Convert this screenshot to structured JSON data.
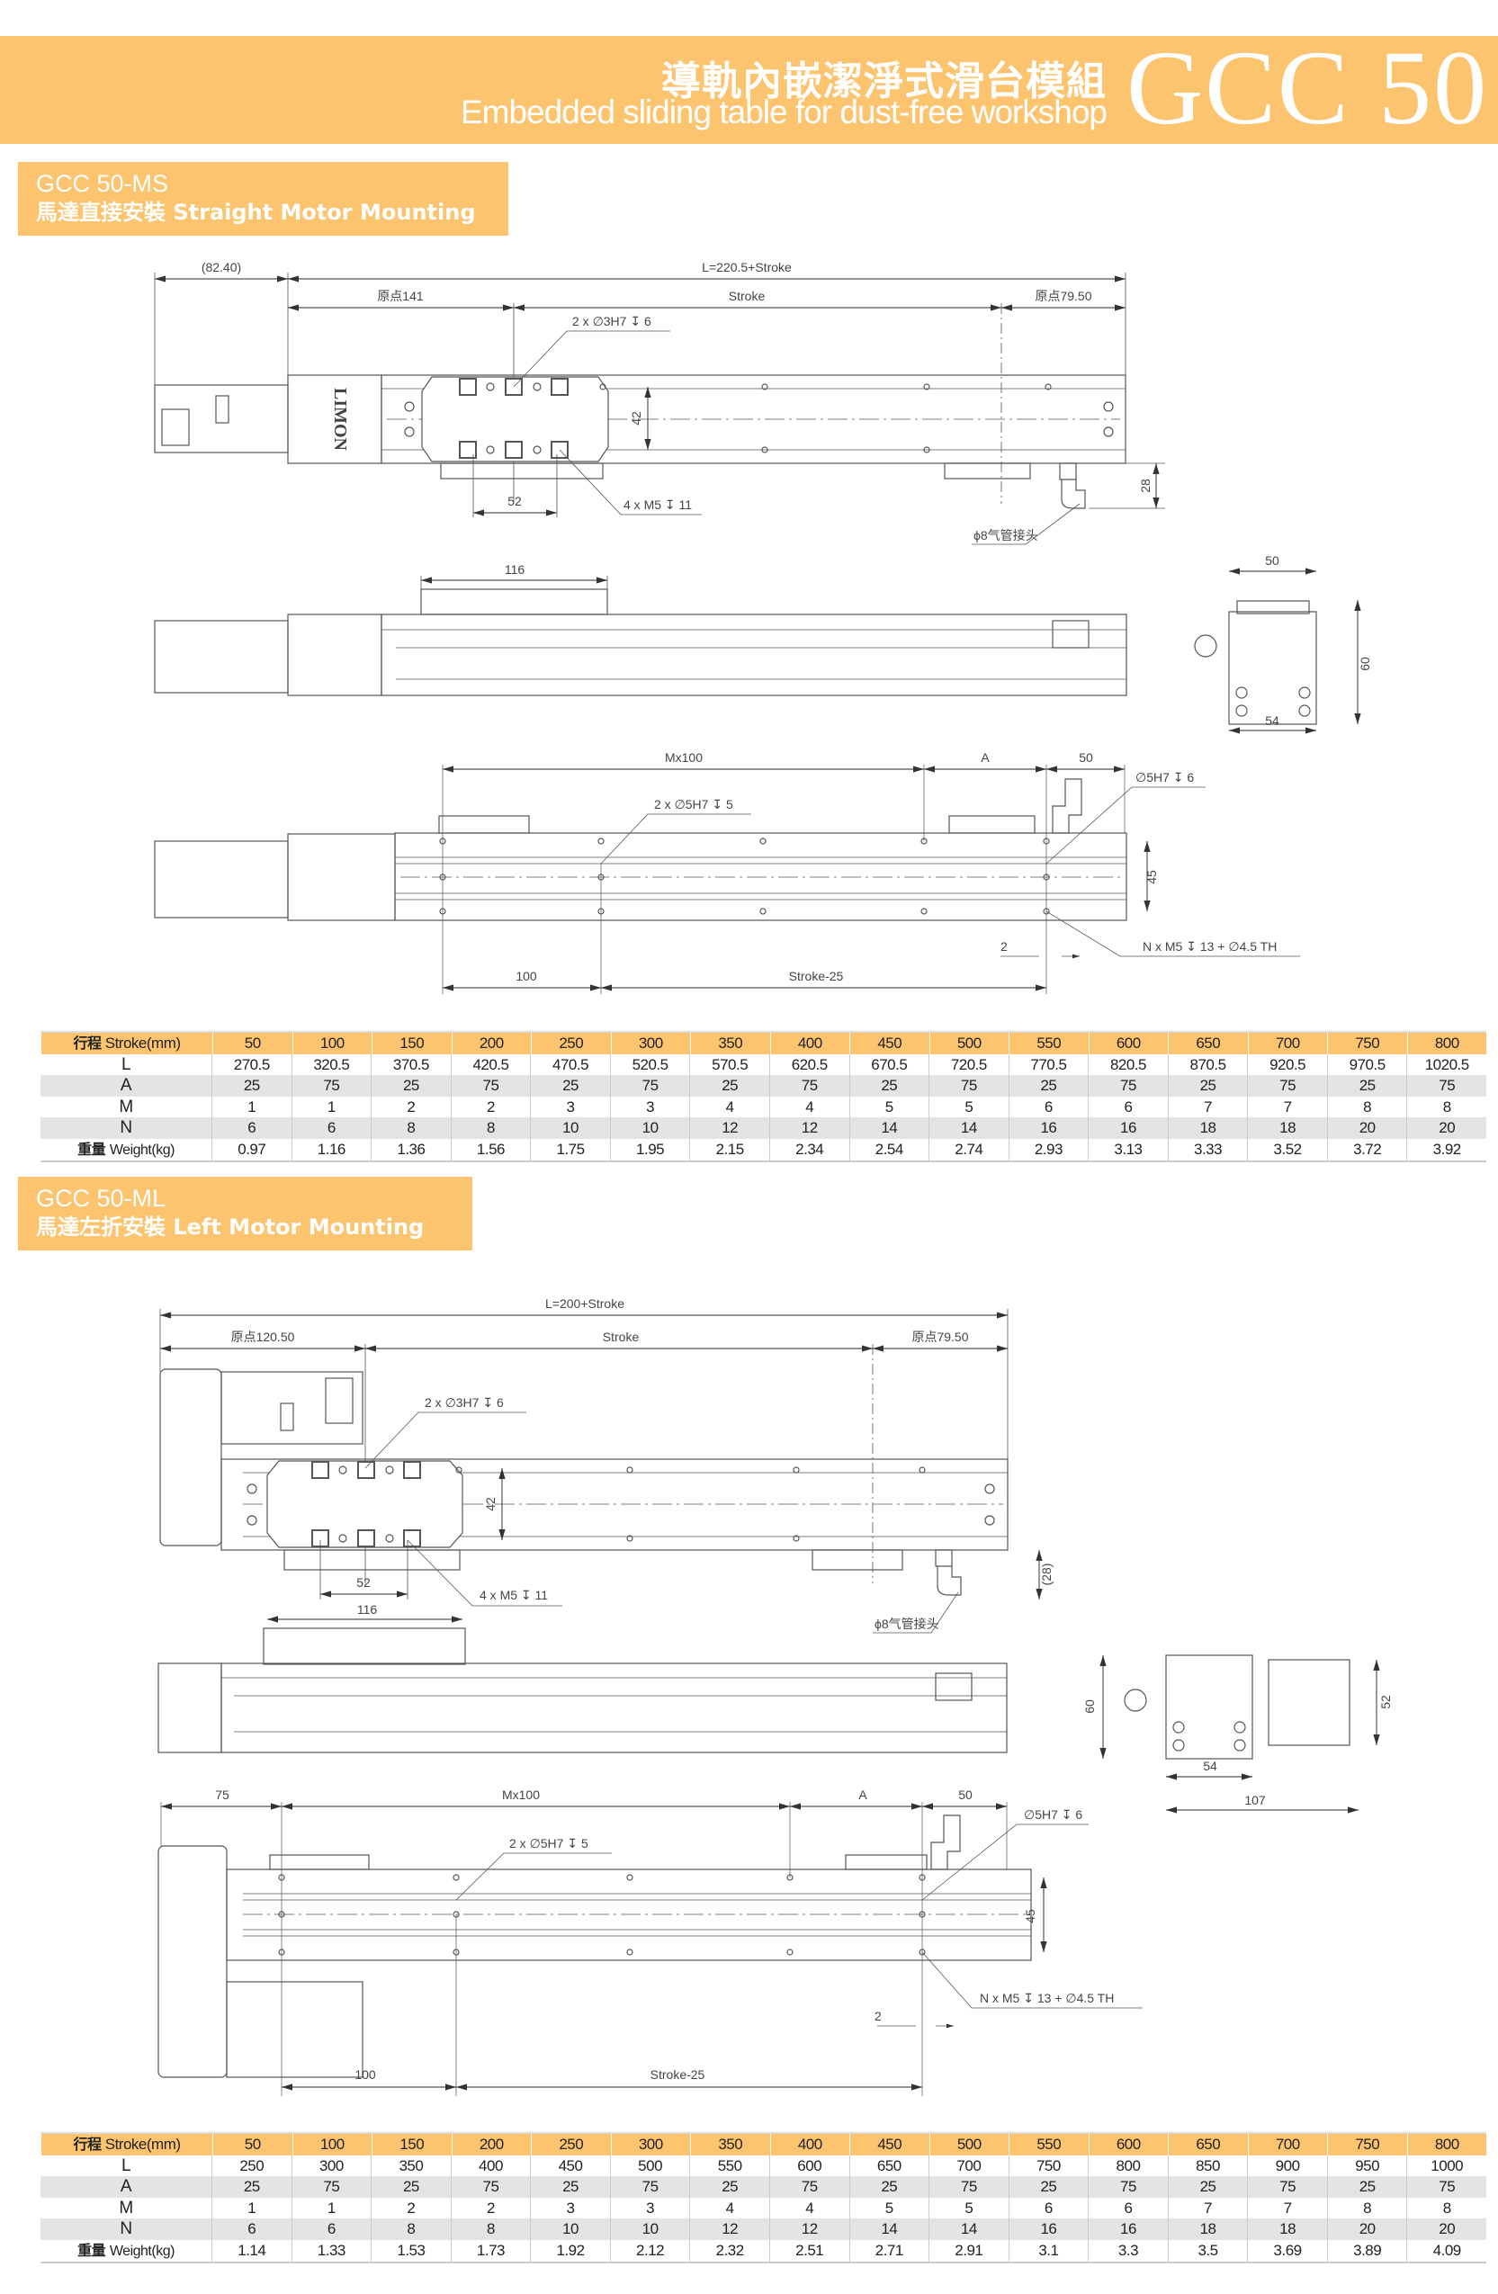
{
  "header": {
    "title_cn": "導軌內嵌潔淨式滑台模組",
    "title_en": "Embedded sliding table for dust-free workshop",
    "model": "GCC 50"
  },
  "colors": {
    "accent": "#FCC46F",
    "row_grey": "#e4e4e4",
    "line": "#555555"
  },
  "sections": [
    {
      "code": "GCC 50-MS",
      "name": "馬達直接安裝 Straight Motor Mounting",
      "drawing": {
        "total_len": "L=220.5+Stroke",
        "motor_len": "(82.40)",
        "origin_left": "原点141",
        "stroke": "Stroke",
        "origin_right": "原点79.50",
        "pin_holes": "2 x ∅3H7 ↧ 6",
        "w42": "42",
        "p52": "52",
        "tapped": "4 x M5 ↧ 11",
        "h28": "28",
        "fitting": "ϕ8气管接头",
        "logo": "LIMON",
        "c116": "116",
        "e50": "50",
        "e60": "60",
        "e54": "54",
        "mx100": "Mx100",
        "a": "A",
        "d50": "50",
        "pin_bottom": "2 x ∅5H7 ↧ 5",
        "pin_end": "∅5H7 ↧ 6",
        "w45": "45",
        "mount": "N x M5 ↧ 13 + ∅4.5 TH",
        "d2": "2",
        "d100": "100",
        "stroke25": "Stroke-25"
      },
      "table": {
        "header_cn": "行程",
        "header_en": "Stroke(mm)",
        "strokes": [
          "50",
          "100",
          "150",
          "200",
          "250",
          "300",
          "350",
          "400",
          "450",
          "500",
          "550",
          "600",
          "650",
          "700",
          "750",
          "800"
        ],
        "rows": [
          {
            "label": "L",
            "values": [
              "270.5",
              "320.5",
              "370.5",
              "420.5",
              "470.5",
              "520.5",
              "570.5",
              "620.5",
              "670.5",
              "720.5",
              "770.5",
              "820.5",
              "870.5",
              "920.5",
              "970.5",
              "1020.5"
            ]
          },
          {
            "label": "A",
            "values": [
              "25",
              "75",
              "25",
              "75",
              "25",
              "75",
              "25",
              "75",
              "25",
              "75",
              "25",
              "75",
              "25",
              "75",
              "25",
              "75"
            ]
          },
          {
            "label": "M",
            "values": [
              "1",
              "1",
              "2",
              "2",
              "3",
              "3",
              "4",
              "4",
              "5",
              "5",
              "6",
              "6",
              "7",
              "7",
              "8",
              "8"
            ]
          },
          {
            "label": "N",
            "values": [
              "6",
              "6",
              "8",
              "8",
              "10",
              "10",
              "12",
              "12",
              "14",
              "14",
              "16",
              "16",
              "18",
              "18",
              "20",
              "20"
            ]
          },
          {
            "label_cn": "重量",
            "label": "Weight(kg)",
            "values": [
              "0.97",
              "1.16",
              "1.36",
              "1.56",
              "1.75",
              "1.95",
              "2.15",
              "2.34",
              "2.54",
              "2.74",
              "2.93",
              "3.13",
              "3.33",
              "3.52",
              "3.72",
              "3.92"
            ]
          }
        ]
      }
    },
    {
      "code": "GCC 50-ML",
      "name": "馬達左折安裝 Left Motor Mounting",
      "drawing": {
        "total_len": "L=200+Stroke",
        "origin_left": "原点120.50",
        "stroke": "Stroke",
        "origin_right": "原点79.50",
        "pin_holes": "2 x ∅3H7 ↧ 6",
        "w42": "42",
        "p52": "52",
        "tapped": "4 x M5 ↧ 11",
        "h28": "(28)",
        "fitting": "ϕ8气管接头",
        "c116": "116",
        "e60": "60",
        "e52": "52",
        "e54": "54",
        "e107": "107",
        "d75": "75",
        "mx100": "Mx100",
        "a": "A",
        "d50": "50",
        "pin_bottom": "2 x ∅5H7 ↧ 5",
        "pin_end": "∅5H7 ↧ 6",
        "w45": "45",
        "mount": "N x M5 ↧ 13 + ∅4.5 TH",
        "d2": "2",
        "d100": "100",
        "stroke25": "Stroke-25"
      },
      "table": {
        "header_cn": "行程",
        "header_en": "Stroke(mm)",
        "strokes": [
          "50",
          "100",
          "150",
          "200",
          "250",
          "300",
          "350",
          "400",
          "450",
          "500",
          "550",
          "600",
          "650",
          "700",
          "750",
          "800"
        ],
        "rows": [
          {
            "label": "L",
            "values": [
              "250",
              "300",
              "350",
              "400",
              "450",
              "500",
              "550",
              "600",
              "650",
              "700",
              "750",
              "800",
              "850",
              "900",
              "950",
              "1000"
            ]
          },
          {
            "label": "A",
            "values": [
              "25",
              "75",
              "25",
              "75",
              "25",
              "75",
              "25",
              "75",
              "25",
              "75",
              "25",
              "75",
              "25",
              "75",
              "25",
              "75"
            ]
          },
          {
            "label": "M",
            "values": [
              "1",
              "1",
              "2",
              "2",
              "3",
              "3",
              "4",
              "4",
              "5",
              "5",
              "6",
              "6",
              "7",
              "7",
              "8",
              "8"
            ]
          },
          {
            "label": "N",
            "values": [
              "6",
              "6",
              "8",
              "8",
              "10",
              "10",
              "12",
              "12",
              "14",
              "14",
              "16",
              "16",
              "18",
              "18",
              "20",
              "20"
            ]
          },
          {
            "label_cn": "重量",
            "label": "Weight(kg)",
            "values": [
              "1.14",
              "1.33",
              "1.53",
              "1.73",
              "1.92",
              "2.12",
              "2.32",
              "2.51",
              "2.71",
              "2.91",
              "3.1",
              "3.3",
              "3.5",
              "3.69",
              "3.89",
              "4.09"
            ]
          }
        ]
      }
    }
  ]
}
